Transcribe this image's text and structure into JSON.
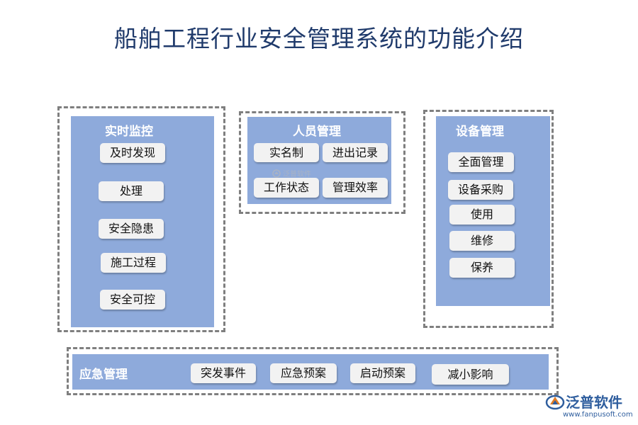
{
  "title": "船舶工程行业安全管理系统的功能介绍",
  "realtime": {
    "title": "实时监控",
    "items": [
      "及时发现",
      "处理",
      "安全隐患",
      "施工过程",
      "安全可控"
    ]
  },
  "personnel": {
    "title": "人员管理",
    "items": [
      "实名制",
      "进出记录",
      "工作状态",
      "管理效率"
    ]
  },
  "equipment": {
    "title": "设备管理",
    "items": [
      "全面管理",
      "设备采购",
      "使用",
      "维修",
      "保养"
    ]
  },
  "emergency": {
    "title": "应急管理",
    "items": [
      "突发事件",
      "应急预案",
      "启动预案",
      "减小影响"
    ]
  },
  "watermark": {
    "center_text": "泛普软件",
    "brand_name": "泛普软件",
    "brand_url": "www.fanpusoft.com"
  },
  "colors": {
    "panel": "#8eaadb",
    "chip": "#f2f2f2",
    "dash": "#7f7f7f",
    "title": "#1f3a6b",
    "brand": "#2f5e9e"
  }
}
